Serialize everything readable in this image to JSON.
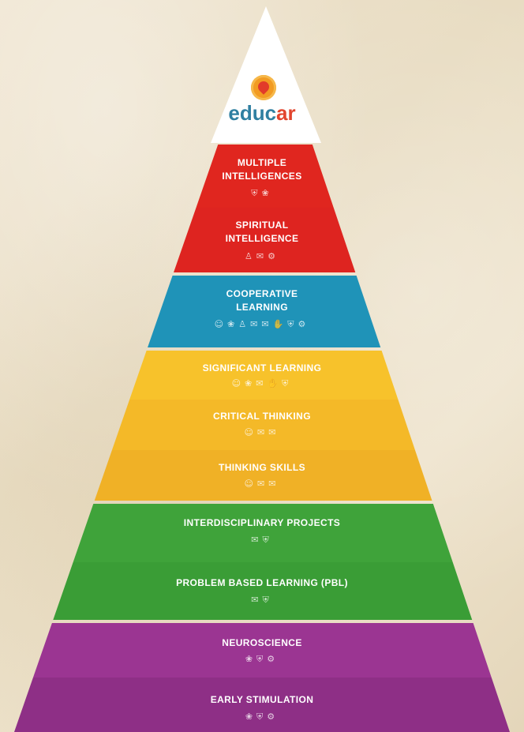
{
  "logo": {
    "text_main": "educ",
    "text_accent": "ar",
    "colors": {
      "main": "#2f7fa1",
      "accent": "#e2452e",
      "mark": "#f29b22"
    }
  },
  "tiers": [
    {
      "id": "multiple-intelligences",
      "lines": [
        "MULTIPLE",
        "INTELLIGENCES"
      ],
      "color": "#e0261f",
      "icons": [
        "shield-icon",
        "brain-icon"
      ]
    },
    {
      "id": "spiritual-intelligence",
      "lines": [
        "SPIRITUAL",
        "INTELLIGENCE"
      ],
      "color": "#de2420",
      "icons": [
        "person-icon",
        "chat-icon",
        "gear-icon"
      ]
    },
    {
      "id": "cooperative-learning",
      "lines": [
        "COOPERATIVE",
        "LEARNING"
      ],
      "color": "#1f93b8",
      "icons": [
        "head-icon",
        "brain-icon",
        "person-icon",
        "chat-icon",
        "chat-icon",
        "hand-icon",
        "shield-icon",
        "gear-icon"
      ]
    },
    {
      "id": "significant-learning",
      "lines": [
        "SIGNIFICANT LEARNING"
      ],
      "color": "#f7c22b",
      "icons": [
        "head-icon",
        "brain-icon",
        "chat-icon",
        "hand-icon",
        "shield-icon"
      ]
    },
    {
      "id": "critical-thinking",
      "lines": [
        "CRITICAL THINKING"
      ],
      "color": "#f4b928",
      "icons": [
        "head-icon",
        "chat-icon",
        "chat-icon"
      ]
    },
    {
      "id": "thinking-skills",
      "lines": [
        "THINKING SKILLS"
      ],
      "color": "#f0b126",
      "icons": [
        "head-icon",
        "chat-icon",
        "chat-icon"
      ]
    },
    {
      "id": "interdisciplinary-projects",
      "lines": [
        "INTERDISCIPLINARY PROJECTS"
      ],
      "color": "#3fa33a",
      "icons": [
        "chat-icon",
        "shield-icon"
      ]
    },
    {
      "id": "problem-based-learning",
      "lines": [
        "PROBLEM BASED LEARNING (PBL)"
      ],
      "color": "#3a9d36",
      "icons": [
        "chat-icon",
        "shield-icon"
      ]
    },
    {
      "id": "neuroscience",
      "lines": [
        "NEUROSCIENCE"
      ],
      "color": "#9b3592",
      "icons": [
        "brain-icon",
        "shield-icon",
        "gear-icon"
      ]
    },
    {
      "id": "early-stimulation",
      "lines": [
        "EARLY STIMULATION"
      ],
      "color": "#8e2f86",
      "icons": [
        "brain-icon",
        "shield-icon",
        "gear-icon"
      ]
    }
  ]
}
